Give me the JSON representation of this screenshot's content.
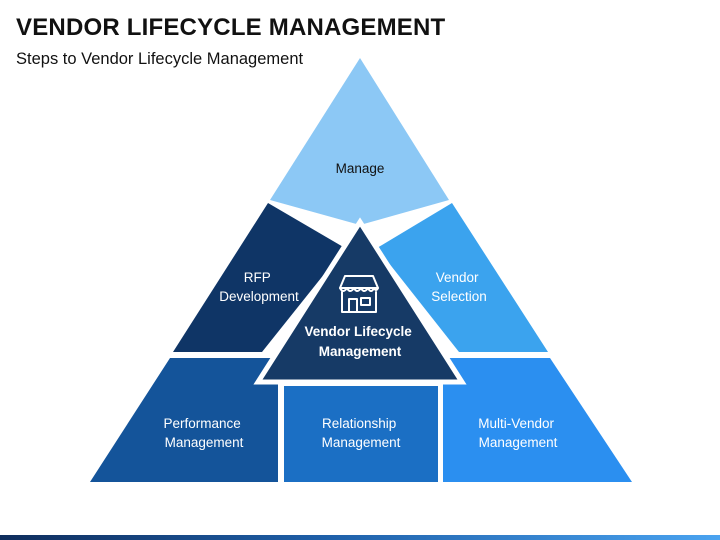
{
  "header": {
    "title": "VENDOR LIFECYCLE MANAGEMENT",
    "subtitle": "Steps to Vendor Lifecycle Management"
  },
  "diagram": {
    "center": {
      "line1": "Vendor Lifecycle",
      "line2": "Management",
      "icon": "store-icon",
      "color": "#163a66"
    },
    "segments": {
      "manage": {
        "line1": "Manage",
        "color": "#8cc8f5",
        "text_color": "#111111"
      },
      "rfp": {
        "line1": "RFP",
        "line2": "Development",
        "color": "#0f3566",
        "text_color": "#ffffff"
      },
      "vendor_selection": {
        "line1": "Vendor",
        "line2": "Selection",
        "color": "#3ba3ee",
        "text_color": "#ffffff"
      },
      "performance": {
        "line1": "Performance",
        "line2": "Management",
        "color": "#14549a",
        "text_color": "#ffffff"
      },
      "relationship": {
        "line1": "Relationship",
        "line2": "Management",
        "color": "#1b6fc4",
        "text_color": "#ffffff"
      },
      "multi_vendor": {
        "line1": "Multi-Vendor",
        "line2": "Management",
        "color": "#2b8ff0",
        "text_color": "#ffffff"
      }
    }
  }
}
